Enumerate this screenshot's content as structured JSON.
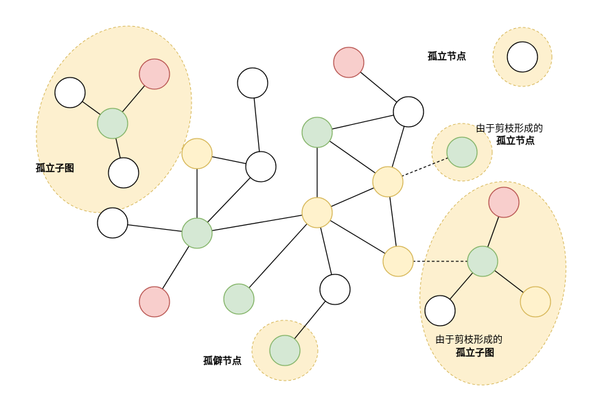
{
  "colors": {
    "white_fill": "#ffffff",
    "white_stroke": "#000000",
    "green_fill": "#d5e8d4",
    "green_stroke": "#82b366",
    "yellow_fill": "#fff2cc",
    "yellow_stroke": "#d6b656",
    "red_fill": "#f8cecc",
    "red_stroke": "#b85450",
    "region_fill": "#fdf0cf",
    "region_stroke": "#d6b656"
  },
  "labels": {
    "isolated_subgraph": "孤立子图",
    "isolated_node": "孤立节点",
    "pruned_node_line1": "由于剪枝形成的",
    "pruned_node_line2": "孤立节点",
    "pruned_subgraph_line1": "由于剪枝形成的",
    "pruned_subgraph_line2": "孤立子图",
    "remote_node": "孤僻节点"
  },
  "nodes": [
    {
      "id": "n1",
      "kind": "red"
    },
    {
      "id": "n2",
      "kind": "white"
    },
    {
      "id": "n3",
      "kind": "green"
    },
    {
      "id": "n4",
      "kind": "white"
    },
    {
      "id": "n5",
      "kind": "white"
    },
    {
      "id": "n6",
      "kind": "yellow"
    },
    {
      "id": "n7",
      "kind": "white"
    },
    {
      "id": "n8",
      "kind": "white"
    },
    {
      "id": "n9",
      "kind": "green"
    },
    {
      "id": "n10",
      "kind": "red"
    },
    {
      "id": "n11",
      "kind": "red"
    },
    {
      "id": "n12",
      "kind": "white"
    },
    {
      "id": "n13",
      "kind": "green"
    },
    {
      "id": "n14",
      "kind": "yellow"
    },
    {
      "id": "n15",
      "kind": "yellow"
    },
    {
      "id": "n16",
      "kind": "green"
    },
    {
      "id": "n17",
      "kind": "white"
    },
    {
      "id": "n18",
      "kind": "yellow"
    },
    {
      "id": "n19",
      "kind": "green"
    },
    {
      "id": "n20",
      "kind": "green"
    },
    {
      "id": "n21",
      "kind": "white"
    },
    {
      "id": "n22",
      "kind": "green"
    },
    {
      "id": "n23",
      "kind": "red"
    },
    {
      "id": "n24",
      "kind": "green"
    },
    {
      "id": "n25",
      "kind": "white"
    },
    {
      "id": "n26",
      "kind": "yellow"
    }
  ],
  "edges": [
    {
      "from": "n1",
      "to": "n3",
      "style": "solid"
    },
    {
      "from": "n2",
      "to": "n3",
      "style": "solid"
    },
    {
      "from": "n3",
      "to": "n4",
      "style": "solid"
    },
    {
      "from": "n5",
      "to": "n7",
      "style": "solid"
    },
    {
      "from": "n6",
      "to": "n7",
      "style": "solid"
    },
    {
      "from": "n6",
      "to": "n9",
      "style": "solid"
    },
    {
      "from": "n7",
      "to": "n9",
      "style": "solid"
    },
    {
      "from": "n8",
      "to": "n9",
      "style": "solid"
    },
    {
      "from": "n9",
      "to": "n10",
      "style": "solid"
    },
    {
      "from": "n9",
      "to": "n15",
      "style": "solid"
    },
    {
      "from": "n11",
      "to": "n12",
      "style": "solid"
    },
    {
      "from": "n12",
      "to": "n13",
      "style": "solid"
    },
    {
      "from": "n12",
      "to": "n14",
      "style": "solid"
    },
    {
      "from": "n13",
      "to": "n14",
      "style": "solid"
    },
    {
      "from": "n13",
      "to": "n15",
      "style": "solid"
    },
    {
      "from": "n15",
      "to": "n14",
      "style": "solid"
    },
    {
      "from": "n14",
      "to": "n18",
      "style": "solid"
    },
    {
      "from": "n15",
      "to": "n18",
      "style": "solid"
    },
    {
      "from": "n15",
      "to": "n16",
      "style": "solid"
    },
    {
      "from": "n15",
      "to": "n17",
      "style": "solid"
    },
    {
      "from": "n17",
      "to": "n20",
      "style": "solid"
    },
    {
      "from": "n14",
      "to": "n19",
      "style": "dashed"
    },
    {
      "from": "n18",
      "to": "n22",
      "style": "dashed"
    },
    {
      "from": "n22",
      "to": "n23",
      "style": "solid"
    },
    {
      "from": "n22",
      "to": "n25",
      "style": "solid"
    },
    {
      "from": "n22",
      "to": "n26",
      "style": "solid"
    }
  ]
}
